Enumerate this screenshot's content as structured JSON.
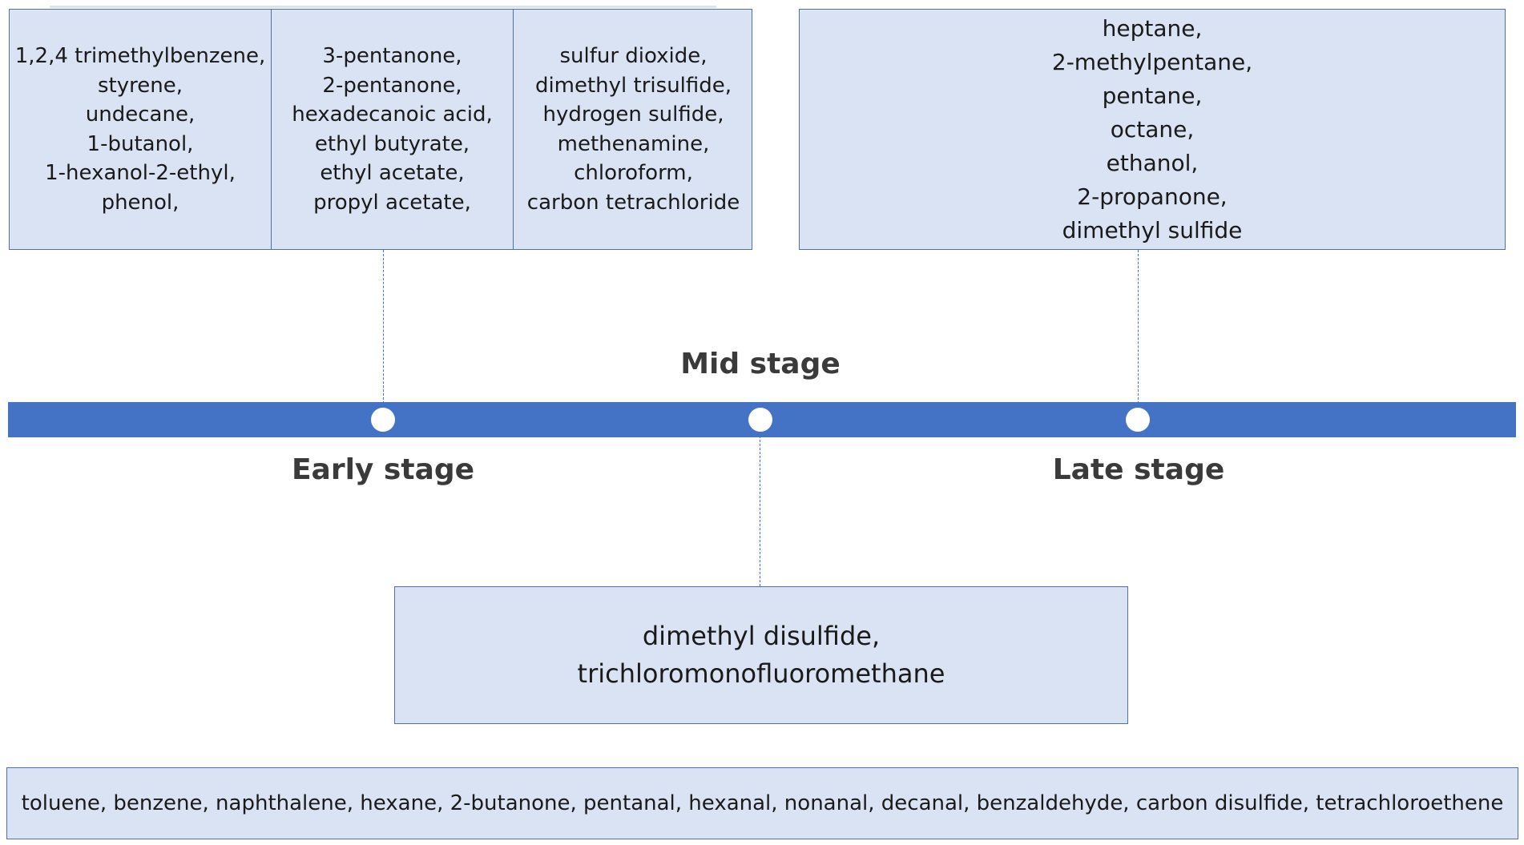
{
  "stages": {
    "early": "Early stage",
    "mid": "Mid stage",
    "late": "Late stage"
  },
  "early_box": {
    "col1": "1,2,4  trimethylbenzene,\nstyrene,\nundecane,\n1-butanol,\n1-hexanol-2-ethyl,\nphenol,",
    "col2": "3-pentanone,\n2-pentanone,\nhexadecanoic acid,\nethyl butyrate,\nethyl acetate,\npropyl acetate,",
    "col3": "sulfur dioxide,\ndimethyl trisulfide,\nhydrogen sulfide,\nmethenamine,\nchloroform,\ncarbon tetrachloride"
  },
  "late_box": {
    "text": "heptane,\n2-methylpentane,\npentane,\noctane,\nethanol,\n2-propanone,\ndimethyl sulfide"
  },
  "mid_box": {
    "text": "dimethyl disulfide,\ntrichloromonofluoromethane"
  },
  "all_stages_box": {
    "text": "toluene, benzene, naphthalene, hexane, 2-butanone, pentanal, hexanal, nonanal, decanal, benzaldehyde, carbon disulfide, tetrachloroethene"
  },
  "colors": {
    "timeline": "#4472c4",
    "box_fill": "#dae3f3",
    "box_border": "#4f6fa8"
  }
}
